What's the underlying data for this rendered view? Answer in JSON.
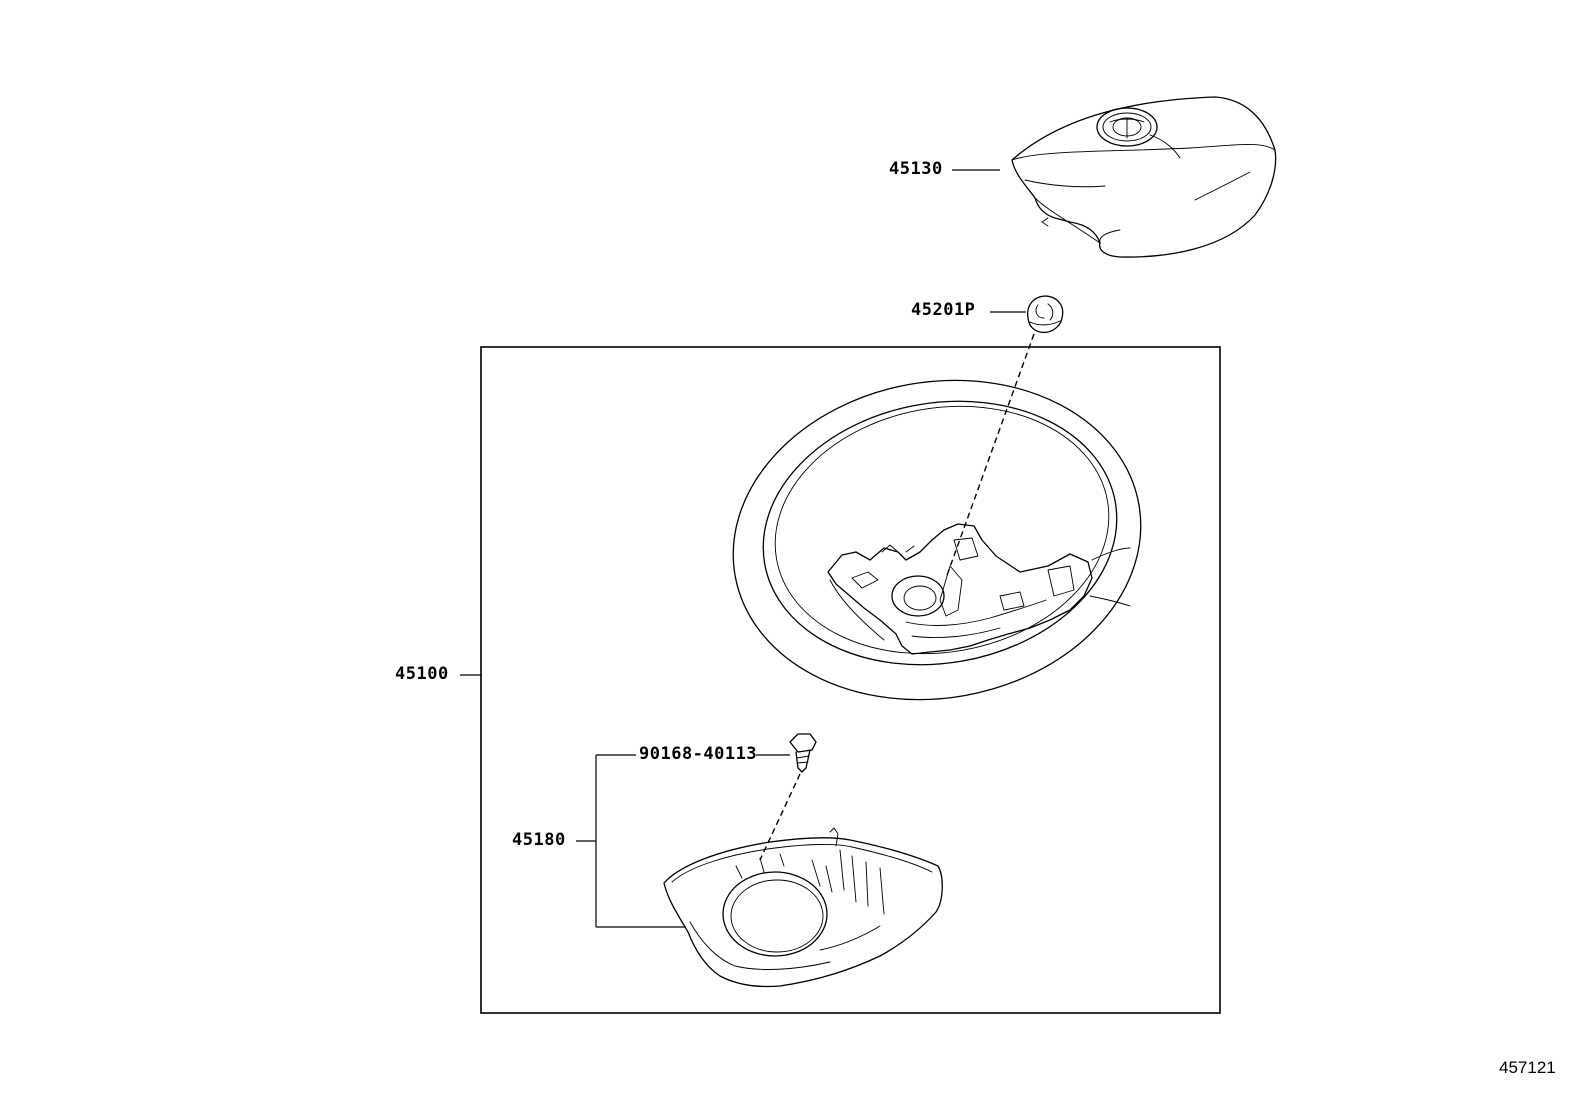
{
  "diagram": {
    "parts": {
      "horn_pad": {
        "number": "45130"
      },
      "plug": {
        "number": "45201P"
      },
      "wheel_assembly": {
        "number": "45100"
      },
      "screw": {
        "number": "90168-40113"
      },
      "lower_cover": {
        "number": "45180"
      }
    },
    "figure_id": "457121",
    "colors": {
      "line": "#000000",
      "background": "#ffffff"
    }
  }
}
